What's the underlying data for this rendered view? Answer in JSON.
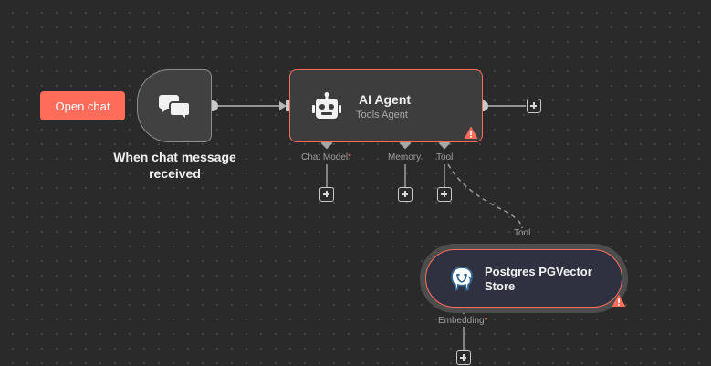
{
  "open_chat": {
    "label": "Open chat"
  },
  "trigger": {
    "label": "When chat message received"
  },
  "agent": {
    "title": "AI Agent",
    "subtitle": "Tools Agent",
    "ports": {
      "chat_model": "Chat Model",
      "memory": "Memory",
      "tool": "Tool",
      "required_mark": "*"
    }
  },
  "pg_store": {
    "title": "Postgres PGVector Store",
    "input_label": "Tool",
    "embedding_label": "Embedding",
    "required_mark": "*"
  },
  "colors": {
    "accent": "#ff6d5a",
    "canvas": "#2a2a2a",
    "node": "#3d3d3d",
    "warning": "#ff6d5a"
  },
  "icons": {
    "trigger": "chat-bubbles-icon",
    "agent": "robot-icon",
    "pg_store": "postgres-elephant-icon",
    "warning": "warning-triangle-icon",
    "add": "plus-icon"
  }
}
